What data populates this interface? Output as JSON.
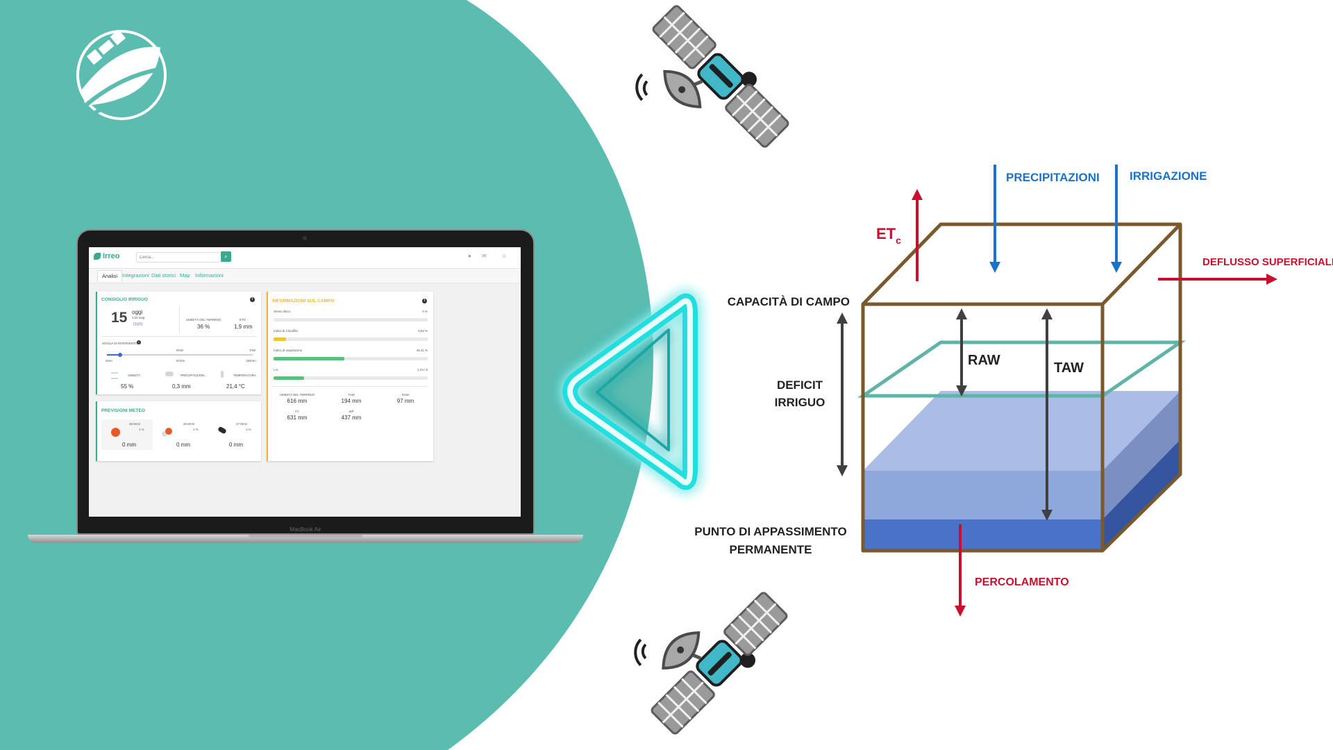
{
  "background": {
    "teal": "#5bbcb0",
    "neon": "#2de6e6"
  },
  "diagram": {
    "labels": {
      "etc_main": "ET",
      "etc_sub": "c",
      "precipitazioni": "PRECIPITAZIONI",
      "irrigazione": "IRRIGAZIONE",
      "deflusso": "DEFLUSSO SUPERFICIALE",
      "capacita": "CAPACITÀ DI CAMPO",
      "deficit_line1": "DEFICIT",
      "deficit_line2": "IRRIGUO",
      "raw": "RAW",
      "taw": "TAW",
      "punto_line1": "PUNTO DI APPASSIMENTO",
      "punto_line2": "PERMANENTE",
      "percolamento": "PERCOLAMENTO"
    },
    "colors": {
      "red": "#c8102e",
      "blue": "#1a73c8",
      "box": "#7a5a2c",
      "water_light": "#8fa8dc",
      "water_dark": "#3f63b8",
      "grey_arrow": "#404040",
      "teal_plane": "#5fb3a8"
    }
  },
  "icons": {
    "logo": "leaf-satellite-logo-icon",
    "satellite": "satellite-icon",
    "play": "neon-play-triangle-icon"
  },
  "laptop": {
    "brand": "MacBook Air"
  },
  "app": {
    "logo": "Irreo",
    "search_placeholder": "Cerca...",
    "tabs": [
      "Analisi",
      "Integrazioni",
      "Dati storici",
      "Map",
      "Informazioni"
    ],
    "consiglio": {
      "title": "CONSIGLIO IRRIGUO",
      "big_value": "15",
      "when": "oggi",
      "date": "4:30 mag",
      "unit": "mm",
      "umidita_label": "UMIDITÀ DEL TERRENO",
      "umidita_value": "36 %",
      "eto_label": "ETO",
      "eto_value": "1,9 mm",
      "soglia_label": "SOGLIA DI INTERVENTO",
      "raw_label": "RAW",
      "taw_label": "TAW",
      "scale_min": "0mm",
      "scale_mid": "97mm",
      "scale_max": "194mm",
      "slider_fraction": 0.09
    },
    "meteo_row": [
      {
        "label": "UMIDITÀ",
        "value": "55 %"
      },
      {
        "label": "PRECIPITAZIONI...",
        "value": "0,3 mm"
      },
      {
        "label": "TEMPERATURA",
        "value": "21,4 °C"
      }
    ],
    "info": {
      "title": "INFORMAZIONI SUL CAMPO",
      "rows": [
        {
          "label": "Stress idrico",
          "value": "0 %",
          "fraction": 0.0,
          "color": "#e9e9e9"
        },
        {
          "label": "Indice di Clorofilla",
          "value": "8,53 %",
          "fraction": 0.08,
          "color": "#f2c230"
        },
        {
          "label": "Indice di vegetazione",
          "value": "46,31 %",
          "fraction": 0.46,
          "color": "#5cc07a"
        },
        {
          "label": "LAI",
          "value": "1,23 / 6",
          "fraction": 0.2,
          "color": "#5cc07a"
        }
      ],
      "grid": [
        {
          "label": "UMIDITÀ DEL TERRENO",
          "value": "616 mm"
        },
        {
          "label": "TAW",
          "value": "194 mm"
        },
        {
          "label": "RAW",
          "value": "97 mm"
        },
        {
          "label": "FC",
          "value": "631 mm"
        },
        {
          "label": "WP",
          "value": "437 mm"
        }
      ]
    },
    "previsioni": {
      "title": "PREVISIONI METEO",
      "days": [
        {
          "date": "26 MAG",
          "pct": "1 %",
          "value": "0 mm"
        },
        {
          "date": "26 MAG",
          "pct": "1 %",
          "value": "0 mm"
        },
        {
          "date": "27 MAG",
          "pct": "1 %",
          "value": "0 mm"
        }
      ]
    }
  }
}
